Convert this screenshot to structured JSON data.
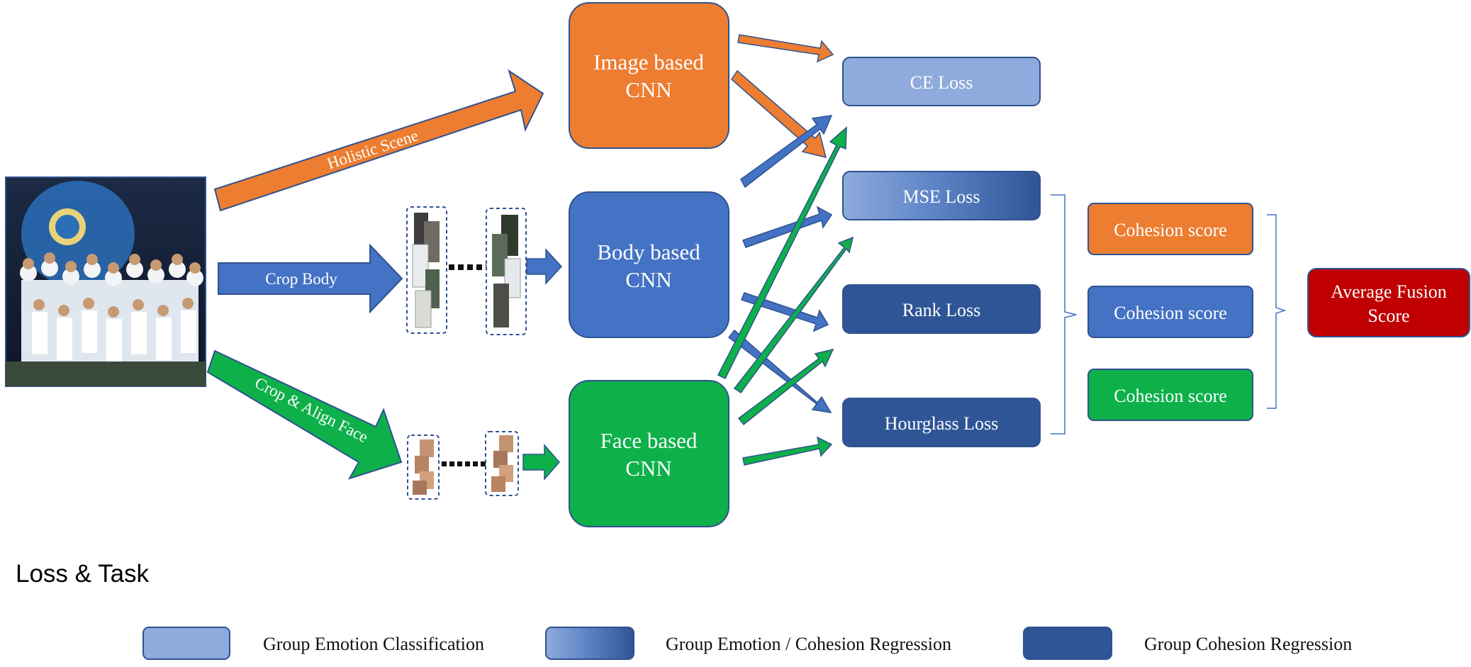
{
  "colors": {
    "orange": "#ED7D31",
    "blue": "#4472C4",
    "green": "#0EB04A",
    "light_blue": "#8FAADC",
    "dark_blue": "#2F5597",
    "red": "#C00000",
    "outline": "#2F528F",
    "dash_outline": "#2F528F"
  },
  "input": {
    "image_icon": "team-celebration-photo",
    "crop_icon": "person-crop-thumbnail-stack",
    "face_icon": "face-crop-thumbnail-stack"
  },
  "arrows": {
    "holistic": "Holistic Scene",
    "crop_body": "Crop Body",
    "crop_face": "Crop & Align Face"
  },
  "cnn": {
    "image": [
      "Image based",
      "CNN"
    ],
    "body": [
      "Body based",
      "CNN"
    ],
    "face": [
      "Face based",
      "CNN"
    ]
  },
  "losses": {
    "ce": "CE Loss",
    "mse": "MSE Loss",
    "rank": "Rank Loss",
    "hourglass": "Hourglass Loss"
  },
  "scores": {
    "orange": "Cohesion score",
    "blue": "Cohesion score",
    "green": "Cohesion score"
  },
  "fusion": [
    "Average Fusion",
    "Score"
  ],
  "legend": {
    "title": "Loss & Task",
    "items": [
      {
        "label": "Group Emotion Classification",
        "style": "light"
      },
      {
        "label": "Group Emotion / Cohesion Regression",
        "style": "gradient"
      },
      {
        "label": "Group Cohesion Regression",
        "style": "dark"
      }
    ]
  }
}
